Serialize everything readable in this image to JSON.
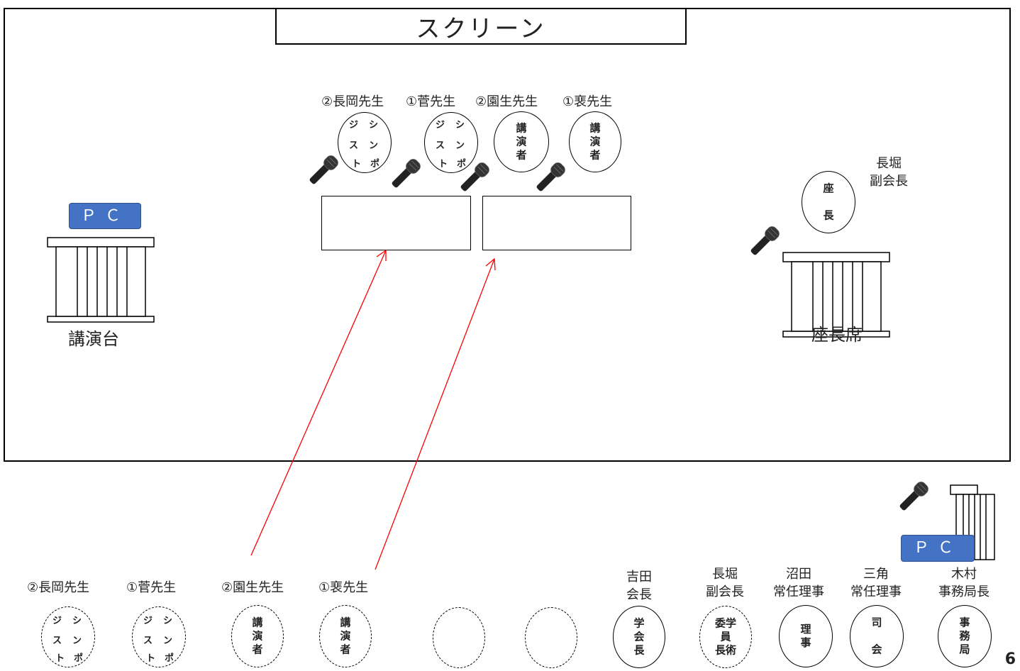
{
  "screen": "スクリーン",
  "podium_label": "講演台",
  "chair_seat_label": "座長席",
  "pc_label": "ＰＣ",
  "stage_names": [
    "②長岡先生",
    "①菅先生",
    "②園生先生",
    "①裵先生"
  ],
  "stage_seats": {
    "sympo_chars": [
      "ジ",
      "シ",
      "ス",
      "ン",
      "ト",
      "ポ"
    ],
    "speaker": "講\n演\n者"
  },
  "chair": {
    "name": "長堀\n副会長",
    "seat": "座\n\n長"
  },
  "floor": {
    "names": [
      "②長岡先生",
      "①菅先生",
      "②園生先生",
      "①裵先生"
    ],
    "officials": [
      {
        "name": "吉田\n会長",
        "seat": "学\n会\n長"
      },
      {
        "name": "長堀\n副会長",
        "seat": "委学\n員\n長術"
      },
      {
        "name": "沼田\n常任理事",
        "seat": "理\n事"
      },
      {
        "name": "三角\n常任理事",
        "seat": "司\n\n会"
      },
      {
        "name": "木村\n事務局長",
        "seat": "事\n務\n局"
      }
    ]
  },
  "page_number": "6",
  "colors": {
    "pc": "#4472c4",
    "arrow": "#ff0000"
  }
}
